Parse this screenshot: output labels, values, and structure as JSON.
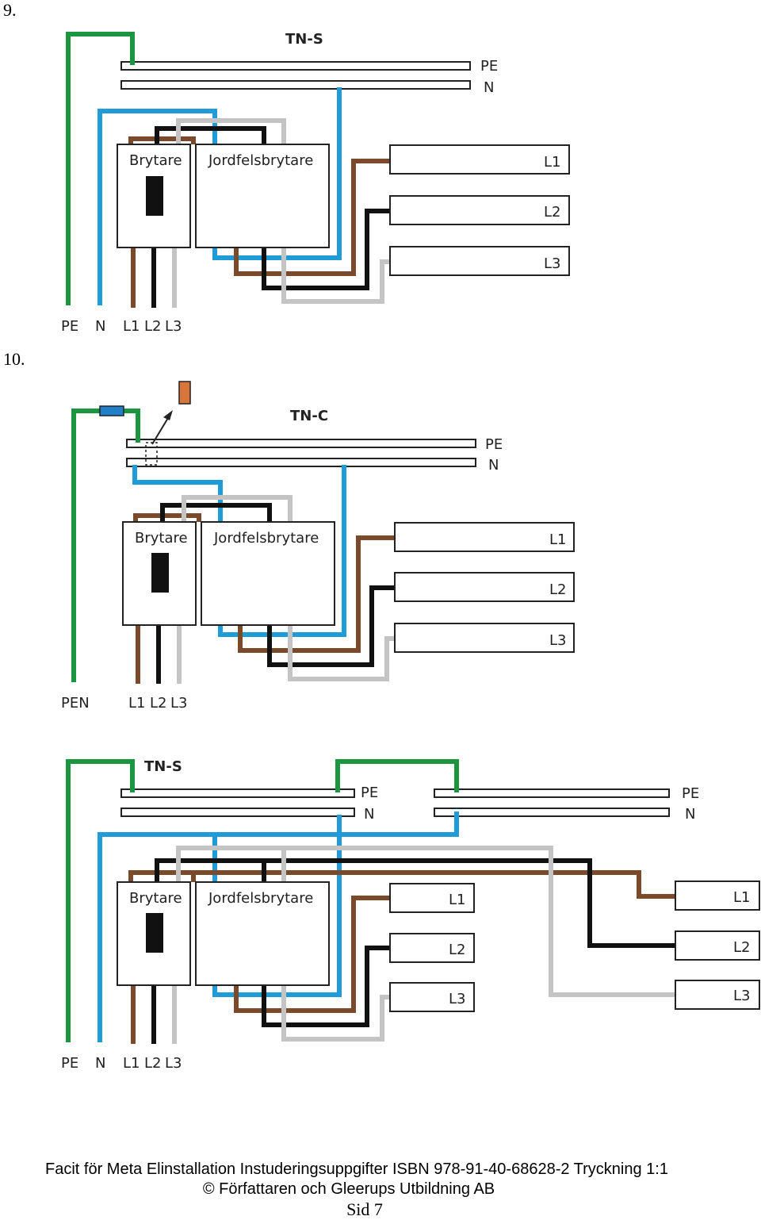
{
  "questions": [
    "9.",
    "10."
  ],
  "colors": {
    "pe": "#1a9640",
    "neutral": "#1f9bd7",
    "l1": "#7a4a2a",
    "l2": "#111111",
    "l3": "#c4c4c4",
    "fuse_body": "#d9753b",
    "fuse_blue": "#1f7fc9"
  },
  "diagram1": {
    "system_label": "TN-S",
    "bus_labels": [
      "PE",
      "N"
    ],
    "breaker_label": "Brytare",
    "rcd_label": "Jordfelsbrytare",
    "load_labels": [
      "L1",
      "L2",
      "L3"
    ],
    "bottom_labels": [
      "PE",
      "N",
      "L1",
      "L2",
      "L3"
    ]
  },
  "diagram2": {
    "system_label": "TN-C",
    "bus_labels": [
      "PE",
      "N"
    ],
    "breaker_label": "Brytare",
    "rcd_label": "Jordfelsbrytare",
    "load_labels": [
      "L1",
      "L2",
      "L3"
    ],
    "bottom_labels": [
      "PEN",
      "L1",
      "L2",
      "L3"
    ]
  },
  "diagram3": {
    "system_label": "TN-S",
    "bus_labels_left": [
      "PE",
      "N"
    ],
    "bus_labels_right": [
      "PE",
      "N"
    ],
    "breaker_label": "Brytare",
    "rcd_label": "Jordfelsbrytare",
    "load_labels_left": [
      "L1",
      "L2",
      "L3"
    ],
    "load_labels_right": [
      "L1",
      "L2",
      "L3"
    ],
    "bottom_labels": [
      "PE",
      "N",
      "L1",
      "L2",
      "L3"
    ]
  },
  "footer": {
    "line1": "Facit för Meta Elinstallation Instuderingsuppgifter ISBN 978-91-40-68628-2 Tryckning 1:1",
    "line2": "© Författaren och Gleerups Utbildning AB",
    "page": "Sid 7"
  }
}
